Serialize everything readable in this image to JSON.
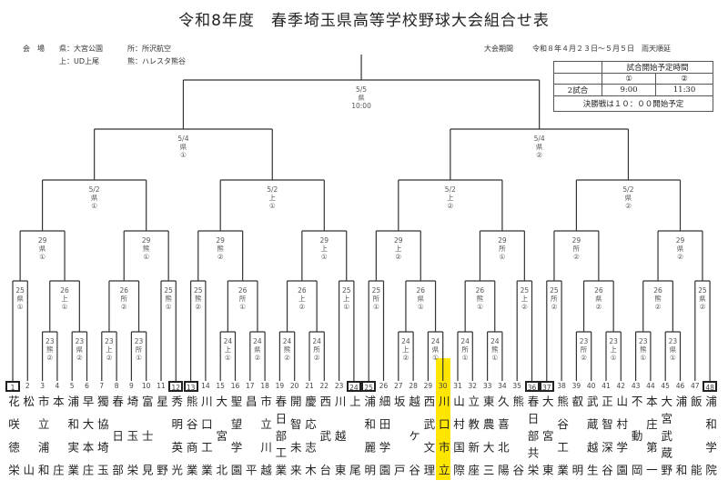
{
  "title": "令和8年度　春季埼玉県高等学校野球大会組合せ表",
  "venues": {
    "label": "会　場",
    "items": [
      "県：大宮公園",
      "所：所沢航空",
      "上：UD上尾",
      "熊：ハレスタ熊谷"
    ]
  },
  "period": {
    "label": "大会期間",
    "value": "令和８年４月２３日～５月５日　雨天順延"
  },
  "schedule": {
    "header": "試合開始予定時間",
    "slots": [
      "①",
      "②"
    ],
    "row_label": "2試合",
    "times": [
      "9:00",
      "11:30"
    ],
    "note": "決勝戦は１０：００開始予定"
  },
  "colors": {
    "highlight": "#FFE600",
    "line": "#333333"
  },
  "bracket": {
    "d": "5/5",
    "v": "県",
    "s": "10:00",
    "c": [
      {
        "d": "5/4",
        "v": "県",
        "s": "①",
        "c": [
          {
            "d": "5/2",
            "v": "県",
            "s": "①",
            "c": [
              {
                "d": "29",
                "v": "県",
                "s": "①",
                "c": [
                  {
                    "d": "25",
                    "v": "県",
                    "s": "①",
                    "c": [
                      1,
                      2
                    ]
                  },
                  {
                    "d": "26",
                    "v": "上",
                    "s": "①",
                    "c": [
                      {
                        "d": "23",
                        "v": "熊",
                        "s": "②",
                        "c": [
                          3,
                          4
                        ]
                      },
                      {
                        "d": "23",
                        "v": "県",
                        "s": "②",
                        "c": [
                          5,
                          6
                        ]
                      }
                    ]
                  }
                ]
              },
              {
                "d": "29",
                "v": "熊",
                "s": "①",
                "c": [
                  {
                    "d": "26",
                    "v": "所",
                    "s": "②",
                    "c": [
                      {
                        "d": "23",
                        "v": "上",
                        "s": "②",
                        "c": [
                          7,
                          8
                        ]
                      },
                      {
                        "d": "23",
                        "v": "所",
                        "s": "①",
                        "c": [
                          9,
                          10
                        ]
                      }
                    ]
                  },
                  {
                    "d": "25",
                    "v": "熊",
                    "s": "①",
                    "c": [
                      11,
                      12
                    ]
                  }
                ]
              }
            ]
          },
          {
            "d": "5/2",
            "v": "上",
            "s": "①",
            "c": [
              {
                "d": "29",
                "v": "熊",
                "s": "②",
                "c": [
                  {
                    "d": "25",
                    "v": "熊",
                    "s": "②",
                    "c": [
                      13,
                      14
                    ]
                  },
                  {
                    "d": "26",
                    "v": "所",
                    "s": "①",
                    "c": [
                      {
                        "d": "24",
                        "v": "上",
                        "s": "①",
                        "c": [
                          15,
                          16
                        ]
                      },
                      {
                        "d": "24",
                        "v": "県",
                        "s": "②",
                        "c": [
                          17,
                          18
                        ]
                      }
                    ]
                  }
                ]
              },
              {
                "d": "29",
                "v": "上",
                "s": "①",
                "c": [
                  {
                    "d": "26",
                    "v": "上",
                    "s": "②",
                    "c": [
                      {
                        "d": "24",
                        "v": "熊",
                        "s": "②",
                        "c": [
                          19,
                          20
                        ]
                      },
                      {
                        "d": "24",
                        "v": "所",
                        "s": "②",
                        "c": [
                          21,
                          22
                        ]
                      }
                    ]
                  },
                  {
                    "d": "25",
                    "v": "上",
                    "s": "①",
                    "c": [
                      23,
                      24
                    ]
                  }
                ]
              }
            ]
          }
        ]
      },
      {
        "d": "5/4",
        "v": "県",
        "s": "②",
        "c": [
          {
            "d": "5/2",
            "v": "上",
            "s": "②",
            "c": [
              {
                "d": "29",
                "v": "上",
                "s": "②",
                "c": [
                  {
                    "d": "25",
                    "v": "所",
                    "s": "①",
                    "c": [
                      25,
                      26
                    ]
                  },
                  {
                    "d": "26",
                    "v": "県",
                    "s": "①",
                    "c": [
                      {
                        "d": "24",
                        "v": "上",
                        "s": "②",
                        "c": [
                          27,
                          28
                        ]
                      },
                      {
                        "d": "24",
                        "v": "県",
                        "s": "①",
                        "c": [
                          29,
                          30
                        ]
                      }
                    ]
                  }
                ]
              },
              {
                "d": "29",
                "v": "所",
                "s": "①",
                "c": [
                  {
                    "d": "26",
                    "v": "熊",
                    "s": "①",
                    "c": [
                      {
                        "d": "24",
                        "v": "所",
                        "s": "①",
                        "c": [
                          31,
                          32
                        ]
                      },
                      {
                        "d": "24",
                        "v": "熊",
                        "s": "①",
                        "c": [
                          33,
                          34
                        ]
                      }
                    ]
                  },
                  {
                    "d": "25",
                    "v": "上",
                    "s": "②",
                    "c": [
                      35,
                      36
                    ]
                  }
                ]
              }
            ]
          },
          {
            "d": "5/2",
            "v": "県",
            "s": "②",
            "c": [
              {
                "d": "29",
                "v": "所",
                "s": "②",
                "c": [
                  {
                    "d": "25",
                    "v": "所",
                    "s": "②",
                    "c": [
                      37,
                      38
                    ]
                  },
                  {
                    "d": "26",
                    "v": "県",
                    "s": "②",
                    "c": [
                      {
                        "d": "23",
                        "v": "所",
                        "s": "②",
                        "c": [
                          39,
                          40
                        ]
                      },
                      {
                        "d": "23",
                        "v": "上",
                        "s": "①",
                        "c": [
                          41,
                          42
                        ]
                      }
                    ]
                  }
                ]
              },
              {
                "d": "29",
                "v": "県",
                "s": "②",
                "c": [
                  {
                    "d": "26",
                    "v": "熊",
                    "s": "②",
                    "c": [
                      {
                        "d": "23",
                        "v": "熊",
                        "s": "①",
                        "c": [
                          43,
                          44
                        ]
                      },
                      {
                        "d": "23",
                        "v": "県",
                        "s": "①",
                        "c": [
                          45,
                          46
                        ]
                      }
                    ]
                  },
                  {
                    "d": "25",
                    "v": "県",
                    "s": "②",
                    "c": [
                      47,
                      48
                    ]
                  }
                ]
              }
            ]
          }
        ]
      }
    ]
  },
  "teams": [
    {
      "no": "1",
      "name": "花咲徳栄",
      "seed": true
    },
    {
      "no": "2",
      "name": "松山"
    },
    {
      "no": "3",
      "name": "市立浦和"
    },
    {
      "no": "4",
      "name": "本庄"
    },
    {
      "no": "5",
      "name": "浦和実業"
    },
    {
      "no": "6",
      "name": "早大本庄"
    },
    {
      "no": "7",
      "name": "獨協埼玉"
    },
    {
      "no": "8",
      "name": "春日部"
    },
    {
      "no": "9",
      "name": "埼玉栄"
    },
    {
      "no": "10",
      "name": "富士見"
    },
    {
      "no": "11",
      "name": "星野"
    },
    {
      "no": "12",
      "name": "秀明英光",
      "seed": true
    },
    {
      "no": "13",
      "name": "熊谷商業",
      "seed": true
    },
    {
      "no": "14",
      "name": "川口工業"
    },
    {
      "no": "15",
      "name": "大宮北"
    },
    {
      "no": "16",
      "name": "聖望学園"
    },
    {
      "no": "17",
      "name": "昌平"
    },
    {
      "no": "18",
      "name": "市立川越"
    },
    {
      "no": "19",
      "name": "春日部工業"
    },
    {
      "no": "20",
      "name": "開智未来"
    },
    {
      "no": "21",
      "name": "慶応志木"
    },
    {
      "no": "22",
      "name": "西武台"
    },
    {
      "no": "23",
      "name": "川越東"
    },
    {
      "no": "24",
      "name": "上尾",
      "seed": true
    },
    {
      "no": "25",
      "name": "浦和麗明",
      "seed": true
    },
    {
      "no": "26",
      "name": "細田学園"
    },
    {
      "no": "27",
      "name": "坂戸"
    },
    {
      "no": "28",
      "name": "越ケ谷"
    },
    {
      "no": "29",
      "name": "西武文理"
    },
    {
      "no": "30",
      "name": "川口市立",
      "highlight": true
    },
    {
      "no": "31",
      "name": "山村国際"
    },
    {
      "no": "32",
      "name": "立教新座"
    },
    {
      "no": "33",
      "name": "東農大三"
    },
    {
      "no": "34",
      "name": "久喜北陽"
    },
    {
      "no": "35",
      "name": "熊谷"
    },
    {
      "no": "36",
      "name": "春日部共栄",
      "seed": true
    },
    {
      "no": "37",
      "name": "大宮東",
      "seed": true
    },
    {
      "no": "38",
      "name": "熊谷工業"
    },
    {
      "no": "39",
      "name": "叡明"
    },
    {
      "no": "40",
      "name": "武蔵越生"
    },
    {
      "no": "41",
      "name": "正智深谷"
    },
    {
      "no": "42",
      "name": "山村学園"
    },
    {
      "no": "43",
      "name": "不動岡"
    },
    {
      "no": "44",
      "name": "本庄第一"
    },
    {
      "no": "45",
      "name": "大宮武蔵野"
    },
    {
      "no": "46",
      "name": "浦和"
    },
    {
      "no": "47",
      "name": "飯能"
    },
    {
      "no": "48",
      "name": "浦和学院",
      "seed": true
    }
  ]
}
